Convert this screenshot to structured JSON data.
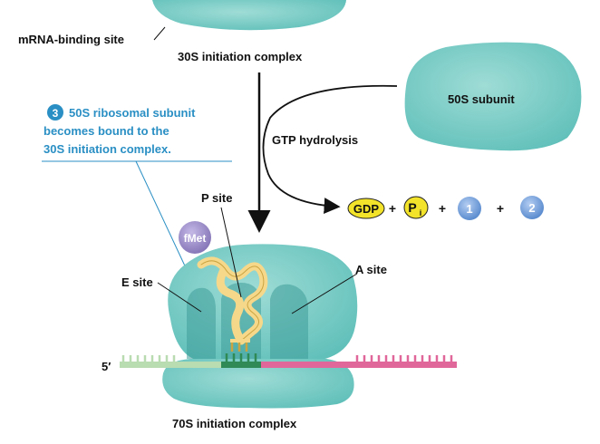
{
  "labels": {
    "mrna_binding_site": "mRNA-binding site",
    "complex_30s": "30S initiation complex",
    "subunit_50s": "50S subunit",
    "gtp_hydrolysis": "GTP hydrolysis",
    "step_number": "3",
    "step_line1": "50S ribosomal subunit",
    "step_line2": "becomes bound to the",
    "step_line3": "30S initiation complex.",
    "p_site": "P site",
    "a_site": "A site",
    "e_site": "E site",
    "fmet": "fMet",
    "five_prime": "5′",
    "complex_70s": "70S initiation complex"
  },
  "products": {
    "gdp": "GDP",
    "pi_main": "P",
    "pi_sub": "i",
    "plus": "+",
    "factor1": "1",
    "factor2": "2"
  },
  "colors": {
    "ribosome": "#6ec9c3",
    "ribosome_light": "#9fdcd6",
    "ribosome_dark": "#3e9d99",
    "trna": "#f6d88a",
    "fmet": "#9b8ac4",
    "mrna_5prime": "#b9dcb1",
    "mrna_start": "#2f8a55",
    "mrna_3prime": "#e0679a",
    "accent_blue": "#2a8fc4",
    "gdp_fill": "#f3e32a",
    "factor_fill": "#6f9fdb"
  }
}
